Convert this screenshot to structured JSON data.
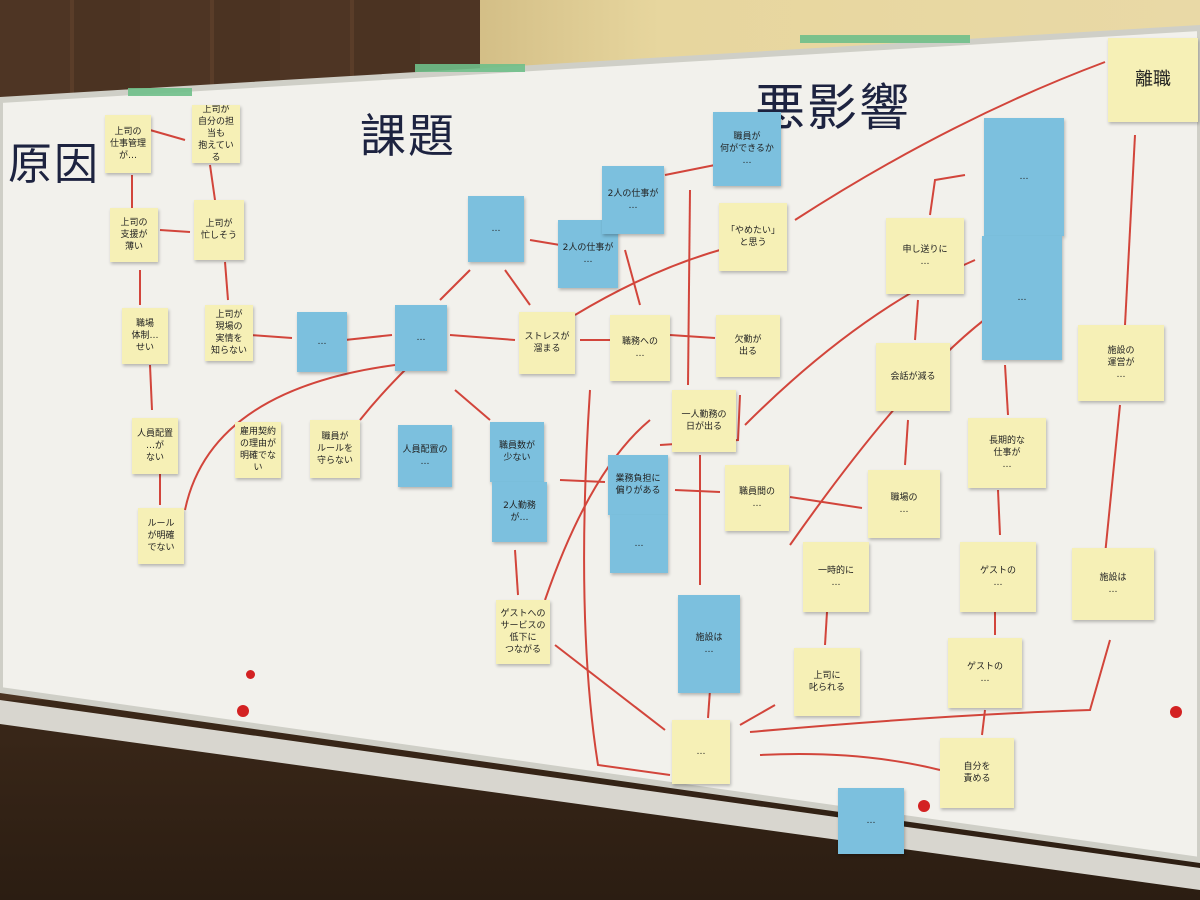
{
  "headings": {
    "cause": "原因",
    "problem": "課題",
    "effect": "悪影響"
  },
  "notes": {
    "n1": "上司の\n仕事管理\nが…",
    "n2": "上司が\n自分の担当も\n抱えている",
    "n3": "上司が\n忙しそう",
    "n4": "上司の\n支援が\n薄い",
    "n5": "職場\n体制…\nせい",
    "n6": "上司が\n現場の\n実情を\n知らない",
    "n7": "人員配置\n…が\nない",
    "n8": "雇用契約\nの理由が\n明確でない",
    "n9": "職員が\nルールを\n守らない",
    "n10": "ルール\nが明確\nでない",
    "n11": "2人の仕事が\n…",
    "n12": "ストレスが\n溜まる",
    "n13": "人員配置の\n…",
    "n14": "職員数が\n少ない",
    "n15": "2人勤務が…",
    "n16": "職員が\n何ができるか\n…",
    "n17": "「やめたい」\nと思う",
    "n18": "欠勤が\n出る",
    "n19": "一人勤務の\n日が出る",
    "n20": "職員間の\n…",
    "n21": "業務負担に\n偏りがある",
    "n22": "職場の\n…",
    "n23": "ゲストへの\nサービスの\n低下に\nつながる",
    "n24": "上司に\n叱られる",
    "n25": "一時的に\n…",
    "n26": "会話が減る",
    "n27": "申し送りに\n…",
    "n28": "施設の\n運営が\n…",
    "n29": "離職",
    "n30": "長期的な\n仕事が\n…",
    "n31": "ゲストの\n…",
    "n32": "ゲストの\n…",
    "n33": "自分を\n責める",
    "n34": "施設は\n…",
    "n35": "…",
    "n36": "2人の仕事が\n…",
    "n37": "職務への\n…",
    "n38": "…",
    "n39": "…",
    "n40": "…"
  },
  "colors": {
    "board": "#f2f1ec",
    "yellow_note": "#f6f0b6",
    "blue_note": "#7cc0de",
    "arrow": "#d2453b",
    "ink": "#1d2340"
  }
}
